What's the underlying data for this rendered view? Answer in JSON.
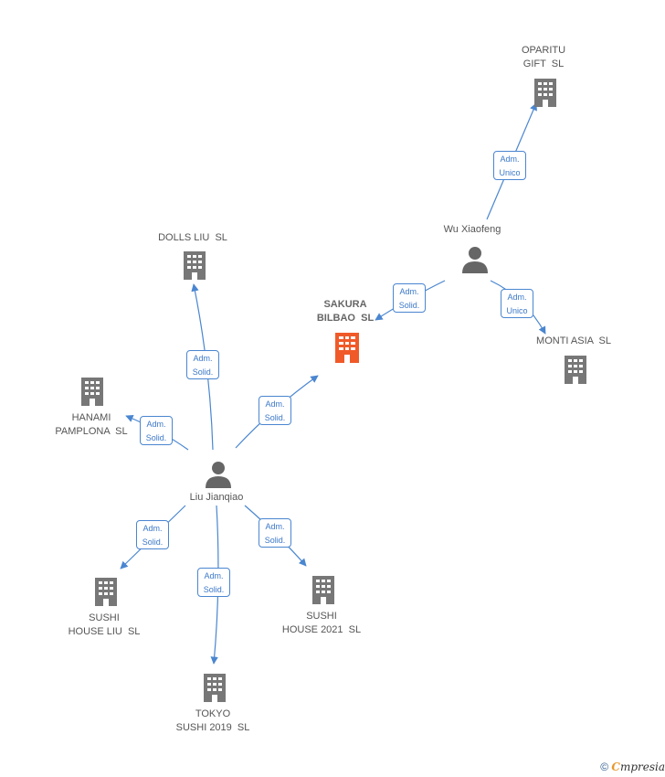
{
  "nodes": {
    "oparitu": {
      "label": "OPARITU\nGIFT  SL"
    },
    "wu": {
      "label": "Wu Xiaofeng"
    },
    "dolls": {
      "label": "DOLLS LIU  SL"
    },
    "sakura": {
      "label": "SAKURA\nBILBAO  SL"
    },
    "monti": {
      "label": "MONTI ASIA  SL"
    },
    "hanami": {
      "label": "HANAMI\nPAMPLONA  SL"
    },
    "liu": {
      "label": "Liu Jianqiao"
    },
    "sushi_liu": {
      "label": "SUSHI\nHOUSE LIU  SL"
    },
    "sushi_2021": {
      "label": "SUSHI\nHOUSE 2021  SL"
    },
    "tokyo": {
      "label": "TOKYO\nSUSHI 2019  SL"
    }
  },
  "edges": {
    "wu_oparitu": "Adm.\nUnico",
    "wu_sakura": "Adm.\nSolid.",
    "wu_monti": "Adm.\nUnico",
    "liu_dolls": "Adm.\nSolid.",
    "liu_sakura": "Adm.\nSolid.",
    "liu_hanami": "Adm.\nSolid.",
    "liu_sushi_liu": "Adm.\nSolid.",
    "liu_tokyo": "Adm.\nSolid.",
    "liu_sushi_2021": "Adm.\nSolid."
  },
  "footer": {
    "copyright": "©",
    "brand_initial": "C",
    "brand_rest": "mpresia"
  },
  "colors": {
    "edge": "#4a86d0",
    "company": "#777777",
    "main_company": "#f05a28",
    "person": "#666666"
  }
}
